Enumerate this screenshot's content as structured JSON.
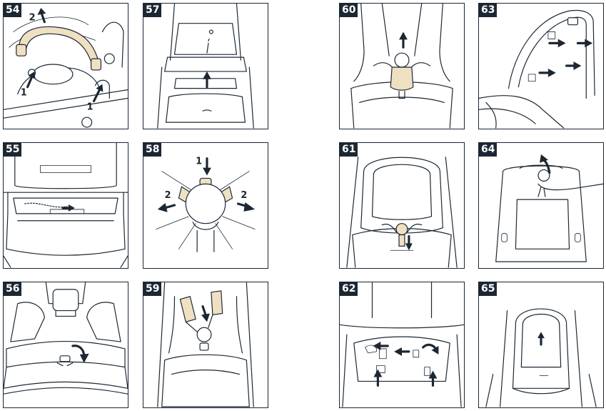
{
  "panels": [
    {
      "id": "54",
      "step_labels": [
        "2",
        "1",
        "1"
      ],
      "arrow_icons": [
        "arrow-up-left",
        "arrow-up",
        "arrow-up"
      ]
    },
    {
      "id": "57",
      "step_labels": [],
      "arrow_icons": [
        "arrow-up"
      ]
    },
    {
      "id": "60",
      "step_labels": [],
      "arrow_icons": [
        "arrow-up"
      ]
    },
    {
      "id": "63",
      "step_labels": [],
      "arrow_icons": [
        "arrow-right",
        "arrow-right",
        "arrow-right",
        "arrow-right"
      ]
    },
    {
      "id": "55",
      "step_labels": [],
      "arrow_icons": [
        "arrow-right"
      ]
    },
    {
      "id": "58",
      "step_labels": [
        "1",
        "2",
        "2"
      ],
      "arrow_icons": [
        "arrow-down",
        "arrow-left",
        "arrow-right"
      ]
    },
    {
      "id": "61",
      "step_labels": [],
      "arrow_icons": [
        "arrow-down"
      ]
    },
    {
      "id": "64",
      "step_labels": [],
      "arrow_icons": [
        "arrow-curved-up"
      ]
    },
    {
      "id": "56",
      "step_labels": [],
      "arrow_icons": [
        "arrow-curved-down"
      ]
    },
    {
      "id": "59",
      "step_labels": [],
      "arrow_icons": [
        "arrow-down"
      ]
    },
    {
      "id": "62",
      "step_labels": [],
      "arrow_icons": [
        "arrow-left",
        "arrow-left",
        "arrow-curved-right",
        "arrow-up",
        "arrow-up"
      ]
    },
    {
      "id": "65",
      "step_labels": [],
      "arrow_icons": [
        "arrow-up"
      ]
    }
  ]
}
